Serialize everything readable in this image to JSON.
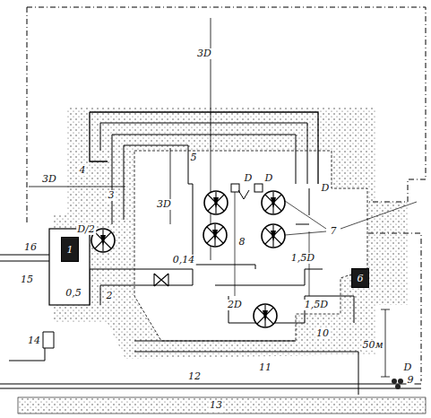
{
  "diagram": {
    "nodes": [
      {
        "text": [
          "1"
        ]
      },
      {
        "text": [
          "6"
        ]
      }
    ],
    "labels": [
      "16",
      "15",
      "0,5",
      "14",
      "2",
      "3",
      "4",
      "5",
      "3D",
      "3D",
      "3D",
      "D",
      "D",
      "D",
      "D/2",
      "0,14",
      "2D",
      "1,5D",
      "1,5D",
      "7",
      "8",
      "9",
      "10",
      "11",
      "12",
      "13",
      "50м",
      "D"
    ]
  }
}
